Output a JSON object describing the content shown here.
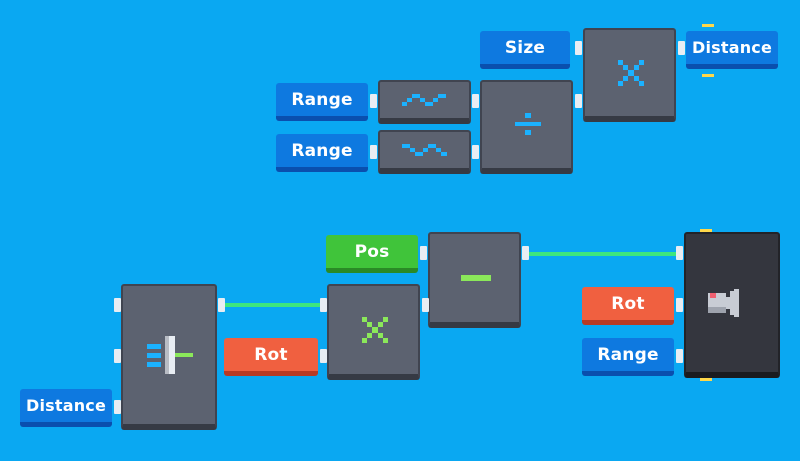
{
  "top_graph": {
    "size_label": "Size",
    "range_label_1": "Range",
    "range_label_2": "Range",
    "distance_label": "Distance",
    "multiply_icon": "multiply-icon",
    "divide_icon": "divide-icon",
    "sine_wave_icon": "sine-wave-icon"
  },
  "bottom_graph": {
    "pos_label": "Pos",
    "rot_label_1": "Rot",
    "rot_label_2": "Rot",
    "range_label": "Range",
    "distance_label": "Distance",
    "subtract_icon": "minus-icon",
    "multiply_icon": "multiply-icon",
    "split_icon": "vector-split-icon",
    "camera_icon": "camera-icon"
  },
  "colors": {
    "background": "#0aa8f2",
    "number_block": "#0e79e0",
    "rotation_block": "#f06040",
    "vector_block": "#40c43a",
    "operator_node": "#5c6270",
    "output_node": "#34363e",
    "wire": "#3ee67e",
    "top_icon": "#1bb2ff",
    "bottom_icon": "#8be85a"
  }
}
